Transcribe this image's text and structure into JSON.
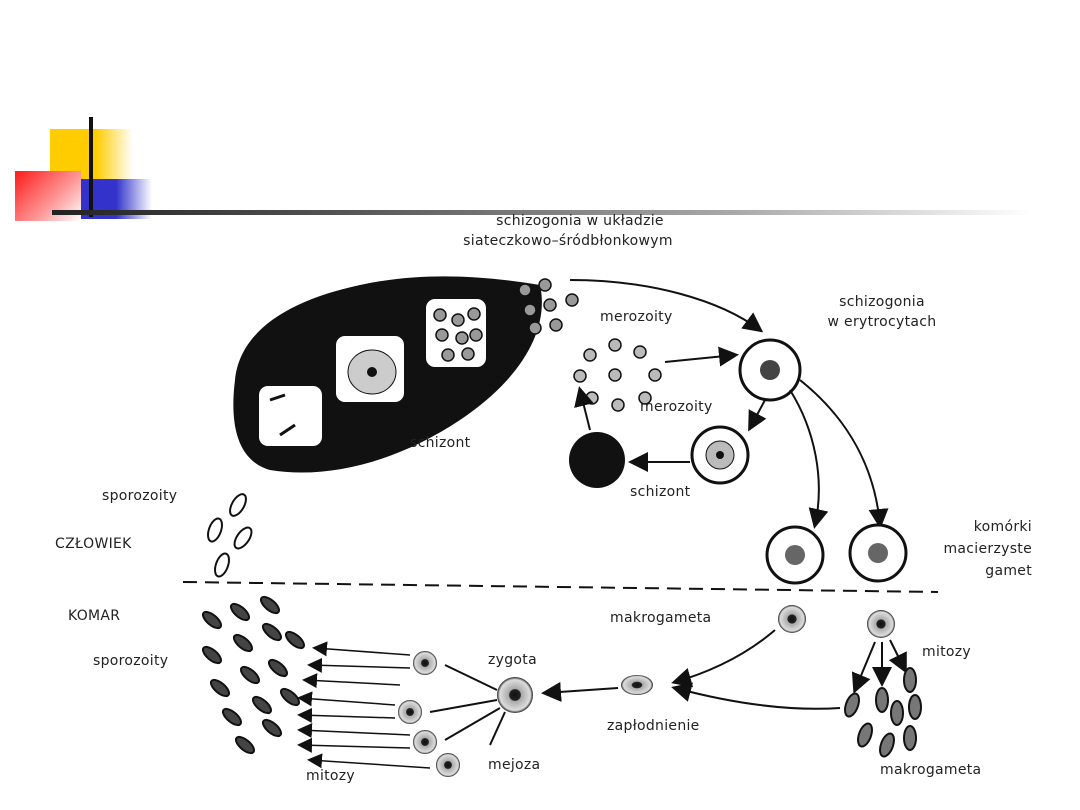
{
  "diagram": {
    "title_line1": "schizogonia w układzie",
    "title_line2": "siateczkowo–śródbłonkowym",
    "labels": {
      "merozoity_top": "merozoity",
      "schizogonia_ery_1": "schizogonia",
      "schizogonia_ery_2": "w erytrocytach",
      "merozoity_mid": "merozoity",
      "schizont_liver": "schizont",
      "schizont_ery": "schizont",
      "sporozoity_human": "sporozoity",
      "czlowiek": "CZŁOWIEK",
      "komorki_1": "komórki",
      "komorki_2": "macierzyste",
      "komorki_3": "gamet",
      "komar": "KOMAR",
      "makrogameta_top": "makrogameta",
      "mitozy_right": "mitozy",
      "sporozoity_mosquito": "sporozoity",
      "zygota": "zygota",
      "zaplodnienie": "zapłodnienie",
      "mejoza": "mejoza",
      "mitozy_left": "mitozy",
      "makrogameta_bottom": "makrogameta"
    }
  }
}
